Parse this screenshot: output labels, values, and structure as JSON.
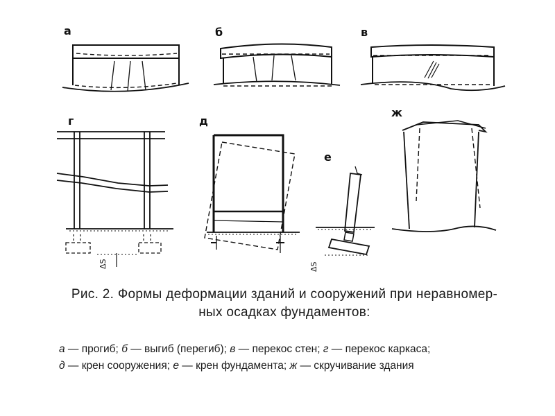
{
  "caption": {
    "prefix": "Рис. 2.",
    "line1": "Формы деформации зданий и сооружений при неравномер-",
    "line2": "ных осадках фундаментов:"
  },
  "legend": {
    "row1": [
      {
        "key": "а",
        "text": " — прогиб; "
      },
      {
        "key": "б",
        "text": " — выгиб (перегиб); "
      },
      {
        "key": "в",
        "text": " — перекос стен; "
      },
      {
        "key": "г",
        "text": " — перекос каркаса;"
      }
    ],
    "row2": [
      {
        "key": "д",
        "text": " — крен сооружения; "
      },
      {
        "key": "е",
        "text": " — крен фундамента; "
      },
      {
        "key": "ж",
        "text": " — скручивание здания"
      }
    ]
  },
  "panels": {
    "a": "а",
    "b": "б",
    "v": "в",
    "g": "г",
    "d": "д",
    "e": "е",
    "zh": "ж"
  },
  "settlement_label": "ΔS"
}
